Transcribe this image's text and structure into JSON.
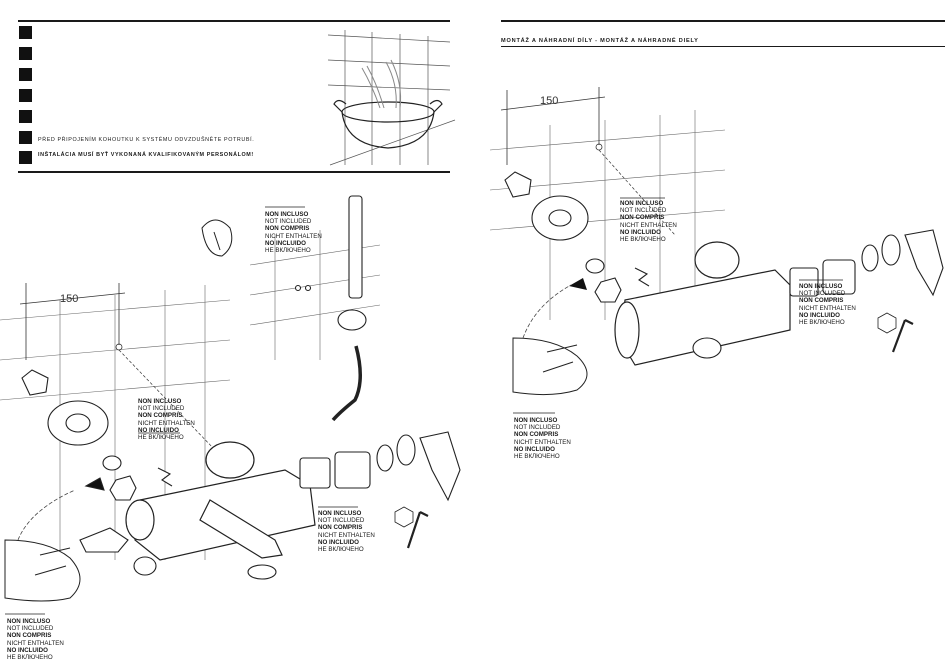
{
  "left_page": {
    "warnings": [
      "PŘED PŘIPOJENÍM KOHOUTKU K SYSTÉMU ODVZDUŠNĚTE POTRUBÍ.",
      "INŠTALÁCIA MUSÍ BYŤ VYKONANÁ KVALIFIKOVANÝM PERSONÁLOM!"
    ],
    "dimension": "150",
    "not_included": [
      "NON INCLUSO",
      "NOT INCLUDED",
      "NON COMPRIS",
      "NICHT ENTHALTEN",
      "NO INCLUIDO",
      "НЕ ВКЛЮЧЕНО"
    ]
  },
  "right_page": {
    "section_title": "MONTÁŽ A NÁHRADNÍ DÍLY - MONTÁŽ A NÁHRADNÉ DIELY",
    "dimension": "150",
    "not_included": [
      "NON INCLUSO",
      "NOT INCLUDED",
      "NON COMPRIS",
      "NICHT ENTHALTEN",
      "NO INCLUIDO",
      "НЕ ВКЛЮЧЕНО"
    ]
  }
}
